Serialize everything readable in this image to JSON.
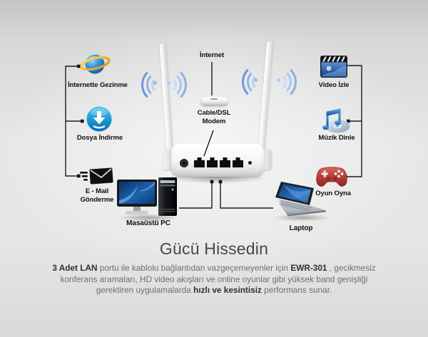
{
  "content": {
    "heading": "Gücü Hissedin",
    "description_lines": [
      {
        "segments": [
          {
            "text": "3 Adet LAN",
            "bold": true
          },
          {
            "text": " portu ile kablolu bağlantıdan vazgeçemeyenler için ",
            "bold": false
          },
          {
            "text": "EWR-301",
            "bold": true
          },
          {
            "text": " , gecikmesiz",
            "bold": false
          }
        ]
      },
      {
        "segments": [
          {
            "text": "konferans aramaları, HD video akışları ve online oyunlar gibi yüksek band genişliği",
            "bold": false
          }
        ]
      },
      {
        "segments": [
          {
            "text": "gerektiren uygulamalarda ",
            "bold": false
          },
          {
            "text": "hızlı ve kesintisiz",
            "bold": true
          },
          {
            "text": " performans sunar.",
            "bold": false
          }
        ]
      }
    ]
  },
  "diagram": {
    "internet_label": "İnternet",
    "modem_label": "Cable/DSL Modem",
    "left_items": [
      {
        "label": "İnternette Gezinme",
        "icon": "internet-browser-globe-icon"
      },
      {
        "label": "Dosya İndirme",
        "icon": "file-download-icon"
      },
      {
        "label": "E - Mail Gönderme",
        "icon": "email-send-icon"
      }
    ],
    "right_items": [
      {
        "label": "Video İzle",
        "icon": "video-clapperboard-icon"
      },
      {
        "label": "Müzik Dinle",
        "icon": "music-cd-note-icon"
      },
      {
        "label": "Oyun Oyna",
        "icon": "gamepad-icon"
      }
    ],
    "devices": [
      {
        "label": "Masaüstü PC",
        "icon": "desktop-pc-icon"
      },
      {
        "label": "Laptop",
        "icon": "laptop-icon"
      }
    ],
    "colors": {
      "wifi_blue_outer": "#6f97d6",
      "wifi_blue_mid": "#8fb4e6",
      "wifi_blue_inner": "#b7d3f2",
      "wifi_light_outer": "#8ab1e4",
      "wifi_light_mid": "#a5c8ef",
      "wifi_light_inner": "#c7ddf5",
      "connector_line": "#1c1c1c",
      "download_blue": "#1796d2",
      "gamepad_red": "#b8403a",
      "globe_ring_gold": "#e8a42a",
      "heading_gray": "#474747",
      "body_gray": "#6e6e6e"
    }
  }
}
